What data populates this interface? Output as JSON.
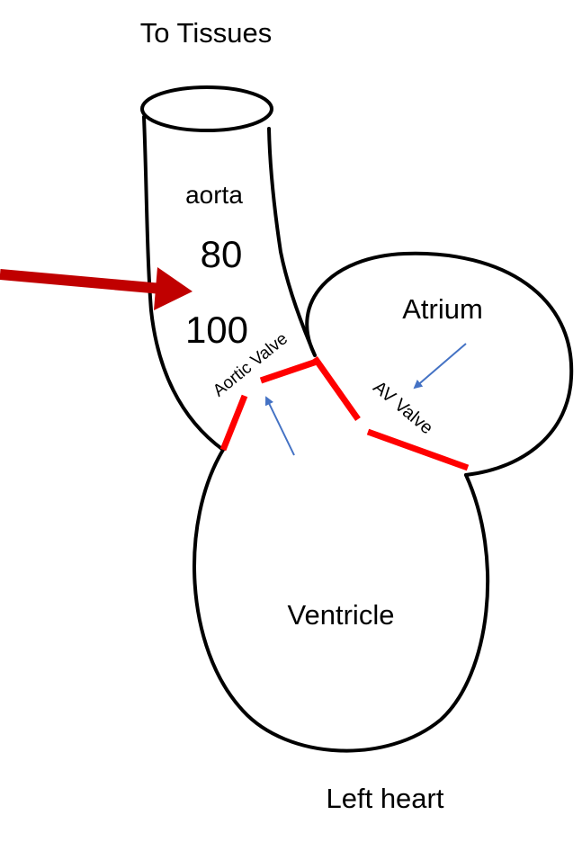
{
  "labels": {
    "top": "To Tissues",
    "aorta": "aorta",
    "pressure_upper": "80",
    "pressure_lower": "100",
    "atrium": "Atrium",
    "aortic_valve": "Aortic Valve",
    "av_valve": "AV Valve",
    "ventricle": "Ventricle",
    "bottom": "Left heart"
  },
  "colors": {
    "outline": "#000000",
    "valve": "#ff0000",
    "pointer_arrow": "#c00000",
    "flow_arrow": "#4472c4"
  }
}
